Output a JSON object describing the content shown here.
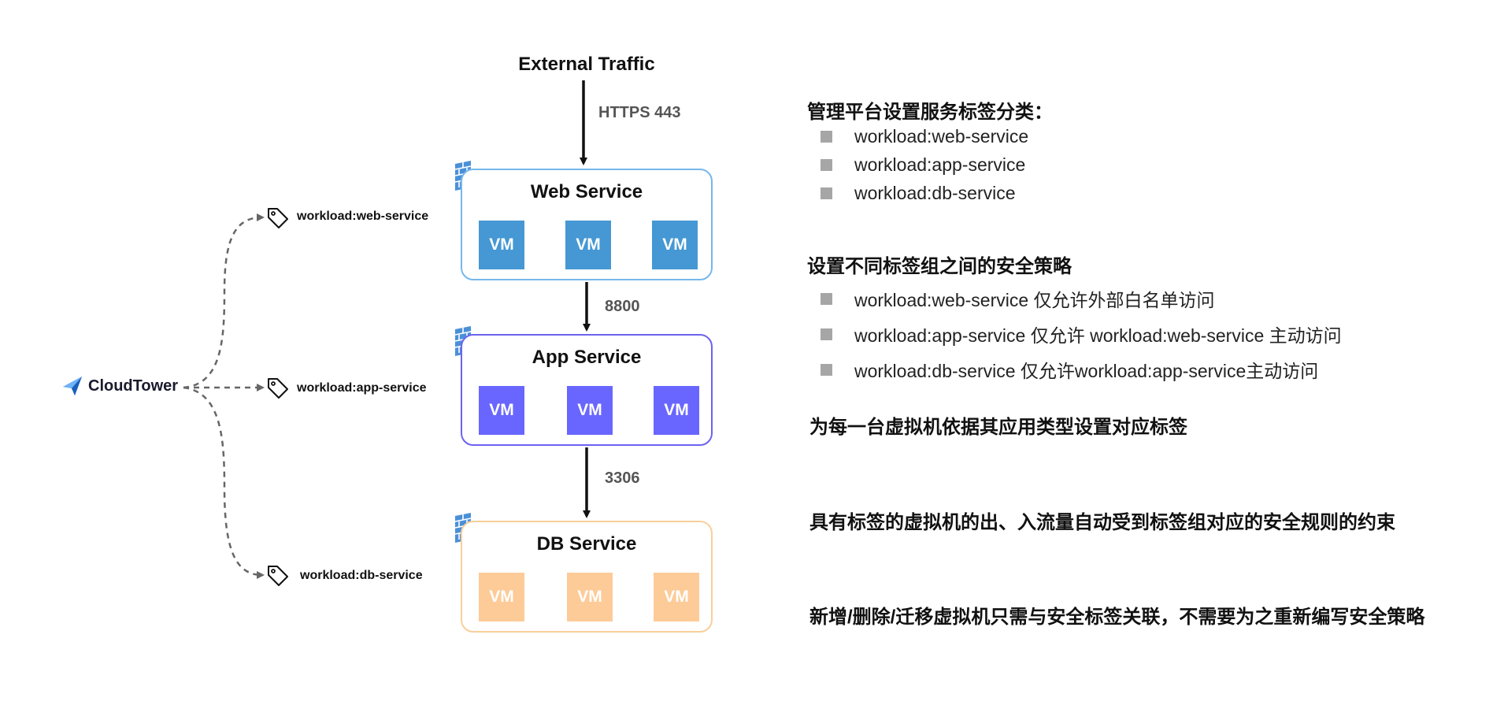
{
  "diagram": {
    "external_traffic": "External Traffic",
    "ports": {
      "https": "HTTPS 443",
      "app": "8800",
      "db": "3306"
    },
    "services": {
      "web": {
        "name": "Web Service",
        "vms": [
          "VM",
          "VM",
          "VM"
        ]
      },
      "app": {
        "name": "App Service",
        "vms": [
          "VM",
          "VM",
          "VM"
        ]
      },
      "db": {
        "name": "DB Service",
        "vms": [
          "VM",
          "VM",
          "VM"
        ]
      }
    },
    "tags": {
      "web": "workload:web-service",
      "app": "workload:app-service",
      "db": "workload:db-service"
    },
    "manager": {
      "name": "CloudTower"
    },
    "colors": {
      "web_border": "#76b8ec",
      "web_vm": "#4598d3",
      "app_border": "#6c63f0",
      "app_vm": "#6966ff",
      "db_border": "#f8cf9b",
      "db_vm": "#fdcb98",
      "firewall_icon": "#4a90d9",
      "logo_blue": "#2f86eb"
    },
    "icons": [
      "firewall-icon",
      "tag-icon",
      "cloudtower-logo-icon"
    ]
  },
  "right_panel": {
    "section1": {
      "heading": "管理平台设置服务标签分类：",
      "items": [
        "workload:web-service",
        "workload:app-service",
        "workload:db-service"
      ]
    },
    "section2": {
      "heading": "设置不同标签组之间的安全策略",
      "items": [
        "workload:web-service 仅允许外部白名单访问",
        "workload:app-service 仅允许 workload:web-service 主动访问",
        "workload:db-service 仅允许workload:app-service主动访问"
      ]
    },
    "statement1": "为每一台虚拟机依据其应用类型设置对应标签",
    "statement2": "具有标签的虚拟机的出、入流量自动受到标签组对应的安全规则的约束",
    "statement3": "新增/删除/迁移虚拟机只需与安全标签关联，不需要为之重新编写安全策略"
  }
}
